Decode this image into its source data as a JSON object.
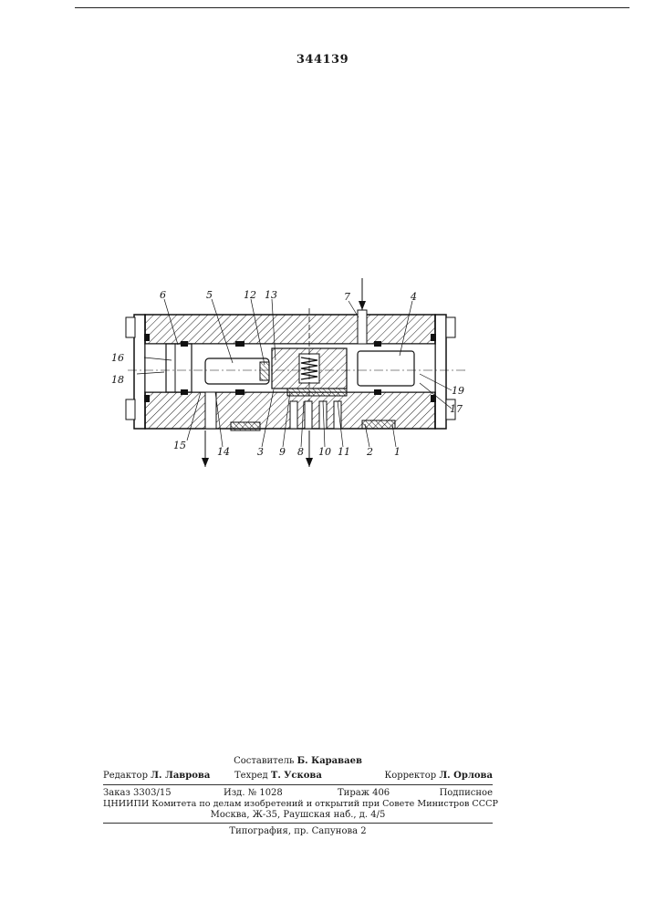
{
  "patent_number": "344139",
  "drawing_labels": [
    "6",
    "5",
    "12",
    "13",
    "7",
    "4",
    "16",
    "18",
    "19",
    "17",
    "15",
    "14",
    "3",
    "9",
    "8",
    "10",
    "11",
    "2",
    "1"
  ],
  "imprint": {
    "compiler_role": "Составитель",
    "compiler_name": "Б. Караваев",
    "editor_role": "Редактор",
    "editor_name": "Л. Лаврова",
    "techred_role": "Техред",
    "techred_name": "Т. Ускова",
    "corrector_role": "Корректор",
    "corrector_name": "Л. Орлова",
    "order": "Заказ 3303/15",
    "edition": "Изд. № 1028",
    "print_run": "Тираж 406",
    "subscription": "Подписное",
    "org_line": "ЦНИИПИ Комитета по делам изобретений и открытий при Совете Министров СССР",
    "address": "Москва, Ж-35, Раушская наб., д. 4/5",
    "printing_house": "Типография, пр. Сапунова 2"
  }
}
